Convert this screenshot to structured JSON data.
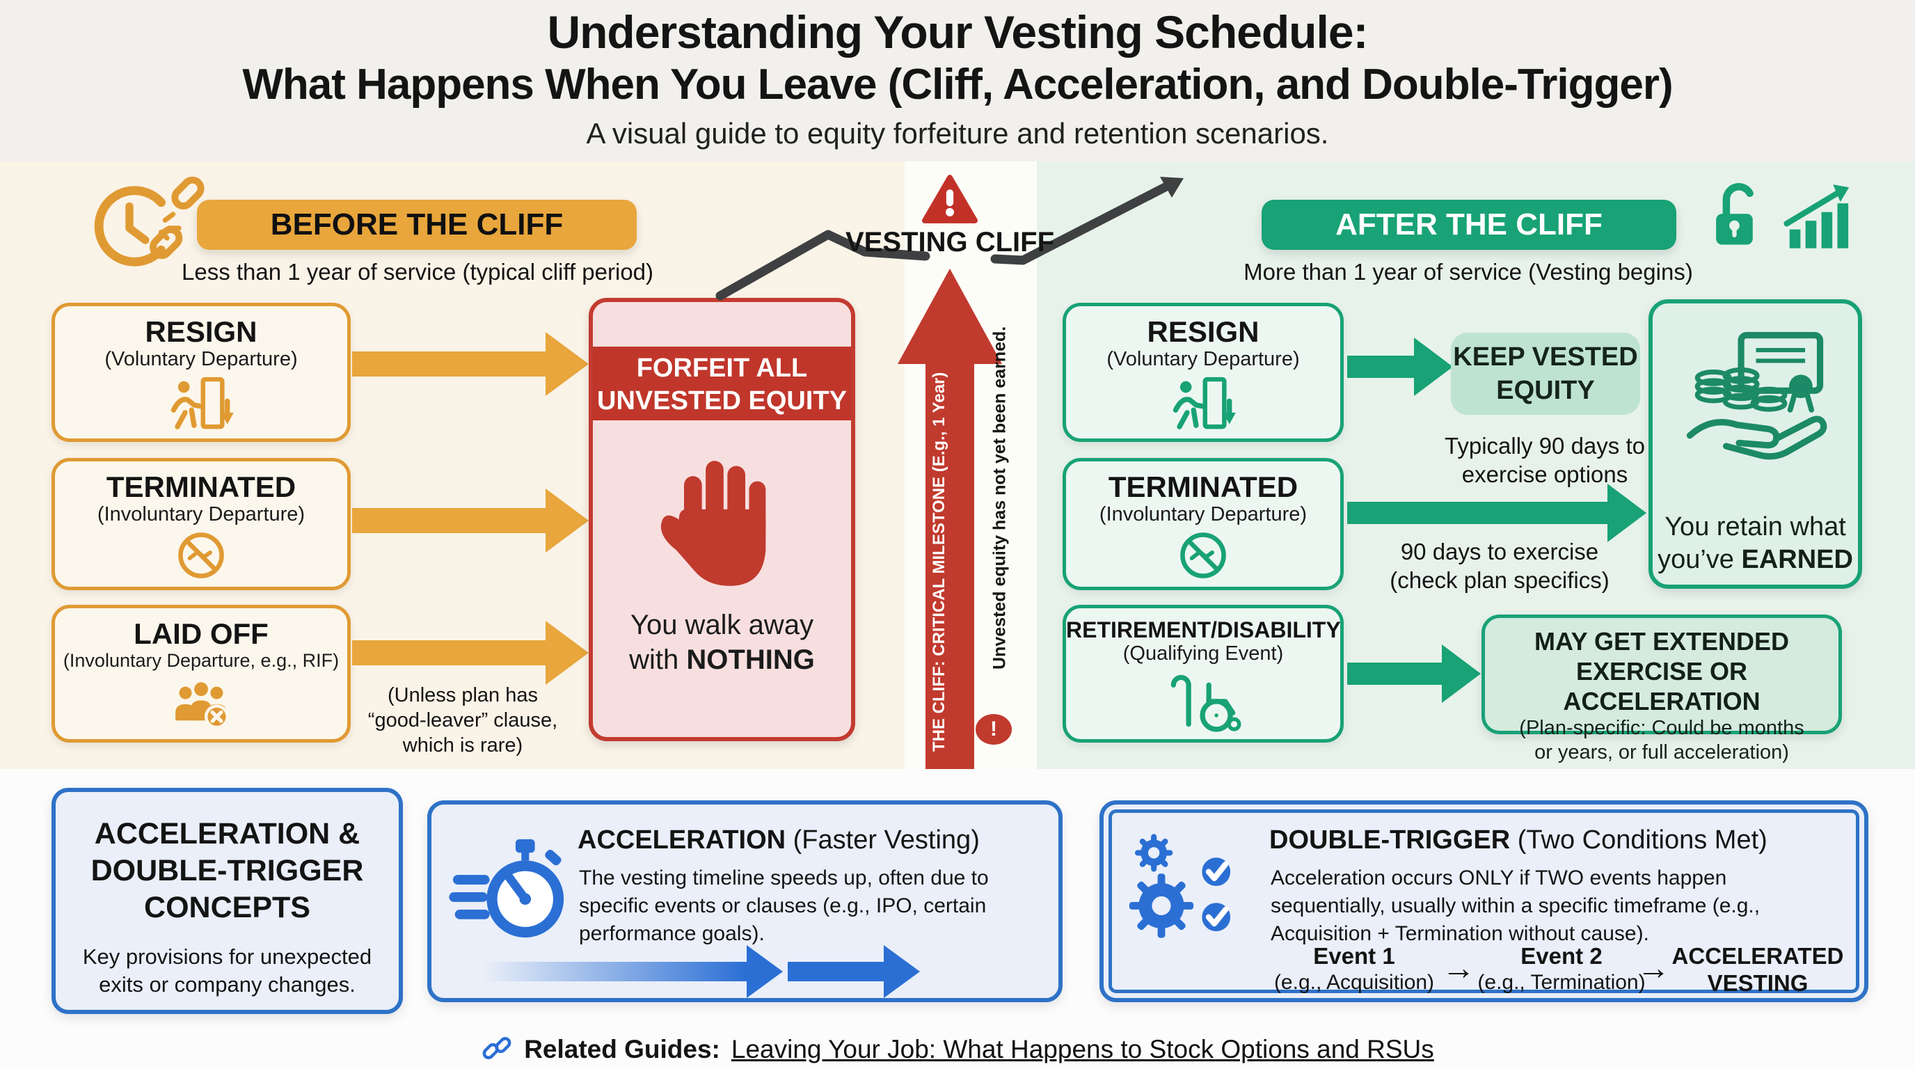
{
  "title": {
    "line1": "Understanding Your Vesting Schedule:",
    "line2": "What Happens When You Leave (Cliff, Acceleration, and Double-Trigger)",
    "subtitle": "A visual guide to equity forfeiture and retention scenarios."
  },
  "colors": {
    "orange": "#E09A33",
    "red": "#C13A2E",
    "green": "#18A276",
    "blue": "#2B6FD4",
    "blue_border": "#2E72C7",
    "dark_line": "#3E4041"
  },
  "before": {
    "header": "BEFORE THE CLIFF",
    "subheader": "Less than 1 year of service (typical cliff period)",
    "cards": [
      {
        "title": "RESIGN",
        "subtitle": "(Voluntary Departure)",
        "icon": "exit-door-icon"
      },
      {
        "title": "TERMINATED",
        "subtitle": "(Involuntary Departure)",
        "icon": "no-handshake-icon"
      },
      {
        "title": "LAID OFF",
        "subtitle": "(Involuntary Departure, e.g., RIF)",
        "icon": "laid-off-group-icon"
      }
    ],
    "note": "(Unless plan has\n“good-leaver” clause,\nwhich is rare)"
  },
  "forfeit": {
    "header": "FORFEIT ALL\nUNVESTED EQUITY",
    "body_line1": "You walk away",
    "body_line2_prefix": "with ",
    "body_line2_bold": "NOTHING"
  },
  "cliff": {
    "label": "VESTING CLIFF",
    "arrow_text": "THE CLIFF: CRITICAL MILESTONE (E.g., 1 Year)",
    "side_note": "Unvested equity has not yet been earned.",
    "exclamation": "!"
  },
  "after": {
    "header": "AFTER THE CLIFF",
    "subheader": "More than 1 year of service (Vesting begins)",
    "cards": [
      {
        "title": "RESIGN",
        "subtitle": "(Voluntary Departure)",
        "icon": "exit-door-icon"
      },
      {
        "title": "TERMINATED",
        "subtitle": "(Involuntary Departure)",
        "icon": "no-handshake-icon"
      },
      {
        "title": "RETIREMENT/DISABILITY",
        "subtitle": "(Qualifying Event)",
        "icon": "retirement-disability-icon"
      }
    ],
    "keep_pill": "KEEP VESTED\nEQUITY",
    "keep_note": "Typically 90 days to\nexercise options",
    "terminated_note": "90 days to exercise\n(check plan specifics)",
    "retain_line1": "You retain what",
    "retain_line2_prefix": "you’ve ",
    "retain_line2_bold": "EARNED",
    "may_title": "MAY GET EXTENDED\nEXERCISE OR ACCELERATION",
    "may_sub": "(Plan-specific: Could be months\nor years, or full acceleration)"
  },
  "bottom": {
    "concepts_title": "ACCELERATION &\nDOUBLE-TRIGGER\nCONCEPTS",
    "concepts_body": "Key provisions for unexpected\nexits or company changes.",
    "accel_title_bold": "ACCELERATION",
    "accel_title_rest": " (Faster Vesting)",
    "accel_body": "The vesting timeline speeds up, often due to\nspecific events or clauses (e.g., IPO, certain\nperformance goals).",
    "dt_title_bold": "DOUBLE-TRIGGER",
    "dt_title_rest": " (Two Conditions Met)",
    "dt_body": "Acceleration occurs ONLY if TWO events happen\nsequentially, usually within a specific timeframe (e.g.,\nAcquisition + Termination without cause).",
    "flow": [
      {
        "top": "Event 1",
        "bottom": "(e.g., Acquisition)"
      },
      {
        "top": "Event 2",
        "bottom": "(e.g., Termination)"
      },
      {
        "top": "ACCELERATED",
        "bottom": "VESTING"
      }
    ],
    "flow_arrow": "→"
  },
  "footer": {
    "label": "Related Guides:",
    "link": "Leaving Your Job: What Happens to Stock Options and RSUs"
  }
}
